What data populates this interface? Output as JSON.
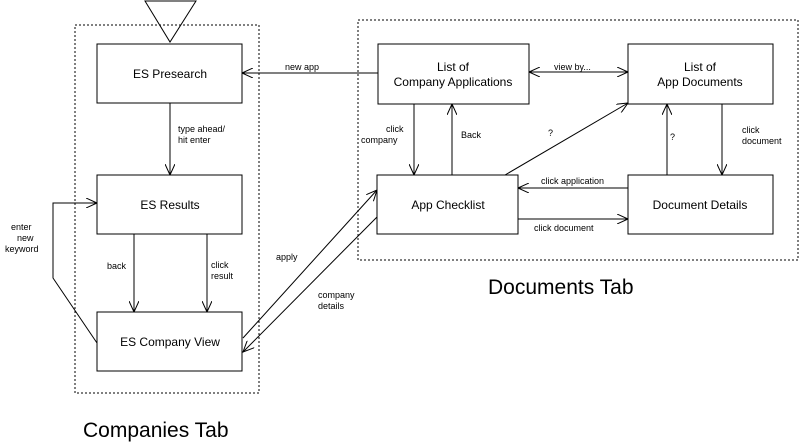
{
  "groups": {
    "companies": {
      "title": "Companies Tab"
    },
    "documents": {
      "title": "Documents Tab"
    }
  },
  "nodes": {
    "presearch": {
      "label": "ES Presearch"
    },
    "results": {
      "label": "ES Results"
    },
    "company_view": {
      "label": "ES Company View"
    },
    "company_apps": {
      "line1": "List of",
      "line2": "Company Applications"
    },
    "app_docs": {
      "line1": "List of",
      "line2": "App Documents"
    },
    "checklist": {
      "label": "App Checklist"
    },
    "doc_details": {
      "label": "Document Details"
    }
  },
  "edges": {
    "new_app": "new app",
    "type_ahead_1": "type ahead/",
    "type_ahead_2": "hit enter",
    "enter_kw_1": "enter",
    "enter_kw_2": "new",
    "enter_kw_3": "keyword",
    "back": "back",
    "click_result_1": "click",
    "click_result_2": "result",
    "apply": "apply",
    "company_details_1": "company",
    "company_details_2": "details",
    "view_by": "view by...",
    "click_company_1": "click",
    "click_company_2": "company",
    "back_cap": "Back",
    "question_1": "?",
    "question_2": "?",
    "click_document_1": "click",
    "click_document_2": "document",
    "click_application": "click application",
    "click_document": "click document"
  }
}
